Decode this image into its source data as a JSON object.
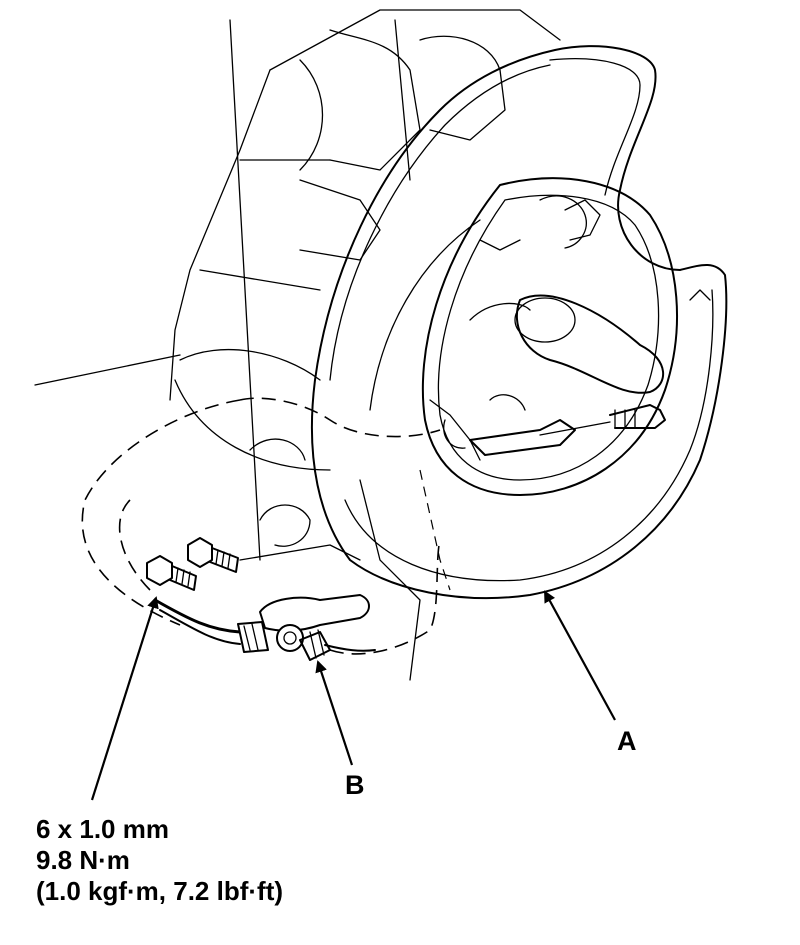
{
  "callouts": {
    "a": "A",
    "b": "B"
  },
  "spec": {
    "thread": "6 x 1.0 mm",
    "torque_nm": "9.8 N·m",
    "torque_alt": "(1.0 kgf·m, 7.2 lbf·ft)"
  }
}
